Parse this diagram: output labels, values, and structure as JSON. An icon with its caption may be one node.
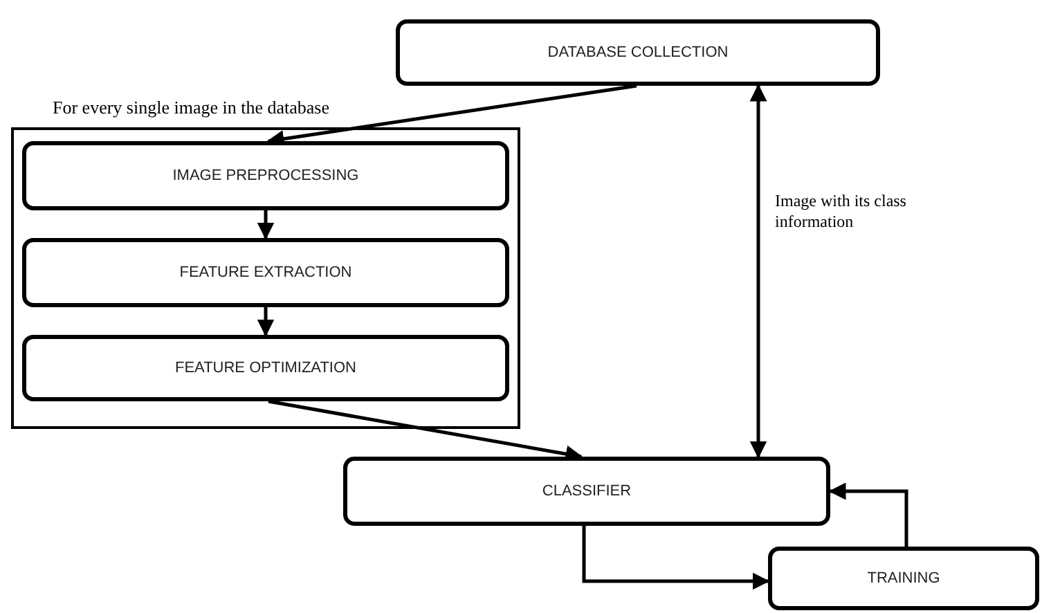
{
  "diagram": {
    "nodes": [
      {
        "text": [
          "DATABASE COLLECTION"
        ]
      },
      {
        "text": [
          "For every single image in the database"
        ]
      },
      {
        "text": [
          "IMAGE PREPROCESSING"
        ],
        "in": 1
      },
      {
        "text": [
          "FEATURE EXTRACTION"
        ],
        "in": 1
      },
      {
        "text": [
          "FEATURE OPTIMIZATION"
        ],
        "in": 1
      },
      {
        "text": [
          "CLASSIFIER"
        ]
      },
      {
        "text": [
          "TRAINING"
        ]
      }
    ],
    "edges": [
      {
        "from": 0,
        "to": 2,
        "arrow": "to"
      },
      {
        "from": 2,
        "to": 3,
        "arrow": "to"
      },
      {
        "from": 3,
        "to": 4,
        "arrow": "to"
      },
      {
        "from": 4,
        "to": 5,
        "arrow": "to"
      },
      {
        "from": 0,
        "to": 5,
        "arrow": "both",
        "label": "Image with its class information"
      },
      {
        "from": 5,
        "to": 6,
        "arrow": "to"
      },
      {
        "from": 6,
        "to": 5,
        "arrow": "to"
      }
    ]
  }
}
